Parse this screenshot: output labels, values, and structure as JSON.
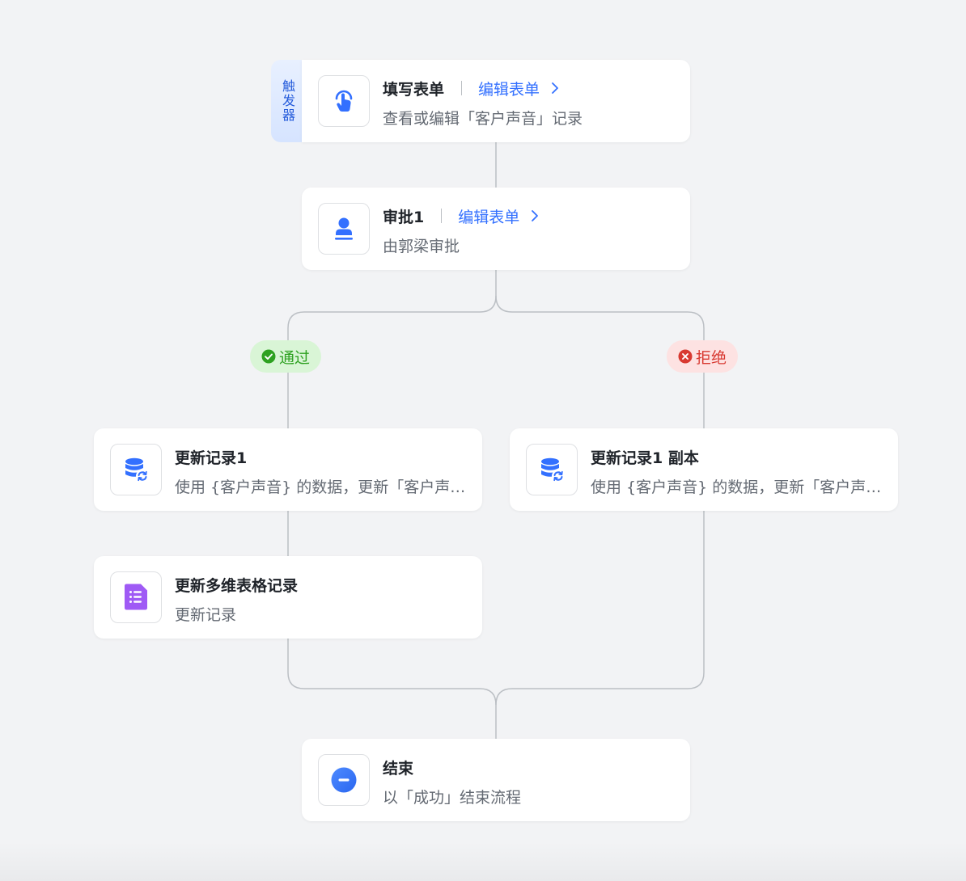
{
  "trigger": {
    "tab_label": "触发器",
    "title": "填写表单",
    "edit_label": "编辑表单",
    "desc": "查看或编辑「客户声音」记录"
  },
  "approval": {
    "title": "审批1",
    "edit_label": "编辑表单",
    "desc": "由郭梁审批"
  },
  "branches": {
    "pass_label": "通过",
    "reject_label": "拒绝"
  },
  "update_record": {
    "title": "更新记录1",
    "desc": "使用 {客户声音} 的数据，更新「客户声音」"
  },
  "update_record_copy": {
    "title": "更新记录1 副本",
    "desc": "使用 {客户声音} 的数据，更新「客户声音」"
  },
  "update_bitable": {
    "title": "更新多维表格记录",
    "desc": "更新记录"
  },
  "end": {
    "title": "结束",
    "desc": "以「成功」结束流程"
  },
  "colors": {
    "link": "#3370ff",
    "pass": "#2ea121",
    "reject": "#d83931",
    "icon_blue": "#3370ff",
    "icon_purple": "#9f5af5"
  },
  "icons": {
    "trigger": "hand-pointer-icon",
    "approval": "stamp-icon",
    "update_record": "database-sync-icon",
    "bitable": "bitable-list-icon",
    "end": "stop-circle-icon"
  }
}
